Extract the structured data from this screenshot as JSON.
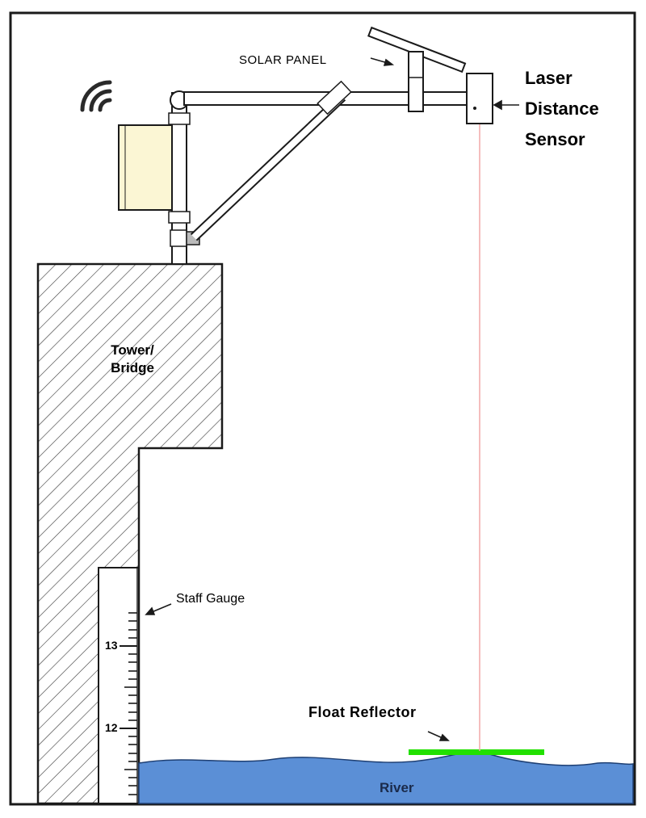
{
  "labels": {
    "solar_panel": "SOLAR PANEL",
    "sensor_line1": "Laser",
    "sensor_line2": "Distance",
    "sensor_line3": "Sensor",
    "tower_line1": "Tower/",
    "tower_line2": "Bridge",
    "staff_gauge": "Staff Gauge",
    "float_reflector": "Float Reflector",
    "river": "River"
  },
  "gauge": {
    "mark_13": "13",
    "mark_12": "12"
  },
  "colors": {
    "river": "#5b8fd6",
    "reflector": "#22e000",
    "laser_beam": "#f2a8a8",
    "logger_box": "#fbf6d4",
    "structure_line": "#222222"
  }
}
